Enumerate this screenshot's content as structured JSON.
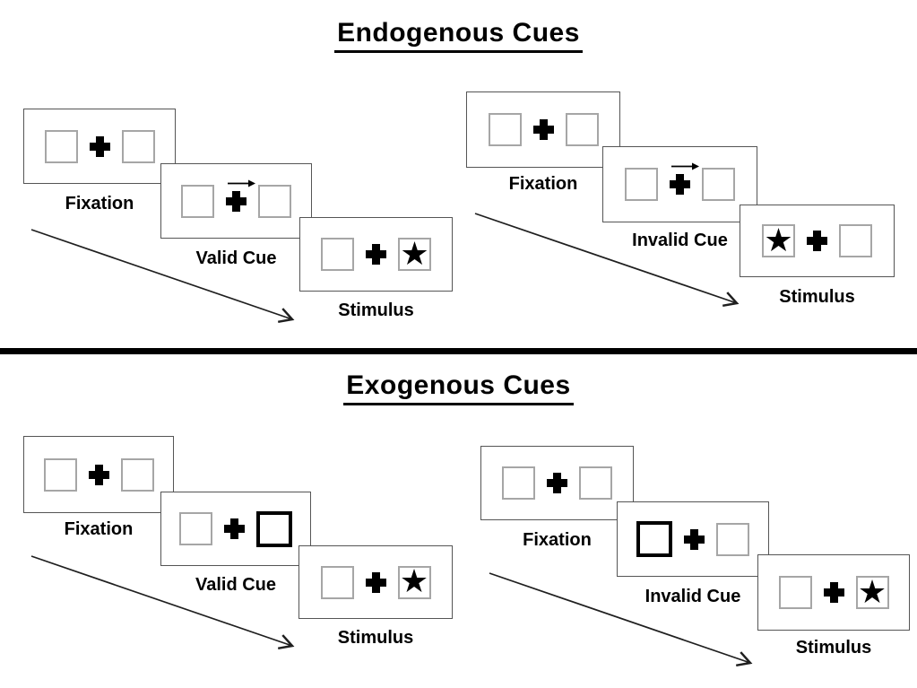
{
  "titles": {
    "endogenous": "Endogenous Cues",
    "exogenous": "Exogenous Cues"
  },
  "glyphs": {
    "star": "★"
  },
  "sequences": {
    "endo_valid": {
      "fixation_label": "Fixation",
      "cue_label": "Valid Cue",
      "stimulus_label": "Stimulus",
      "cue_type": "central-arrow-right",
      "stimulus_star_side": "right"
    },
    "endo_invalid": {
      "fixation_label": "Fixation",
      "cue_label": "Invalid Cue",
      "stimulus_label": "Stimulus",
      "cue_type": "central-arrow-right",
      "stimulus_star_side": "left"
    },
    "exo_valid": {
      "fixation_label": "Fixation",
      "cue_label": "Valid Cue",
      "stimulus_label": "Stimulus",
      "cue_type": "peripheral-highlight-right",
      "stimulus_star_side": "right"
    },
    "exo_invalid": {
      "fixation_label": "Fixation",
      "cue_label": "Invalid Cue",
      "stimulus_label": "Stimulus",
      "cue_type": "peripheral-highlight-left",
      "stimulus_star_side": "right"
    }
  },
  "colors": {
    "background": "#ffffff",
    "panel_border": "#555555",
    "placeholder_square_border": "#a6a6a6",
    "cue_highlight_border": "#000000",
    "text": "#000000",
    "divider": "#000000",
    "arrow": "#1f1f1f"
  }
}
